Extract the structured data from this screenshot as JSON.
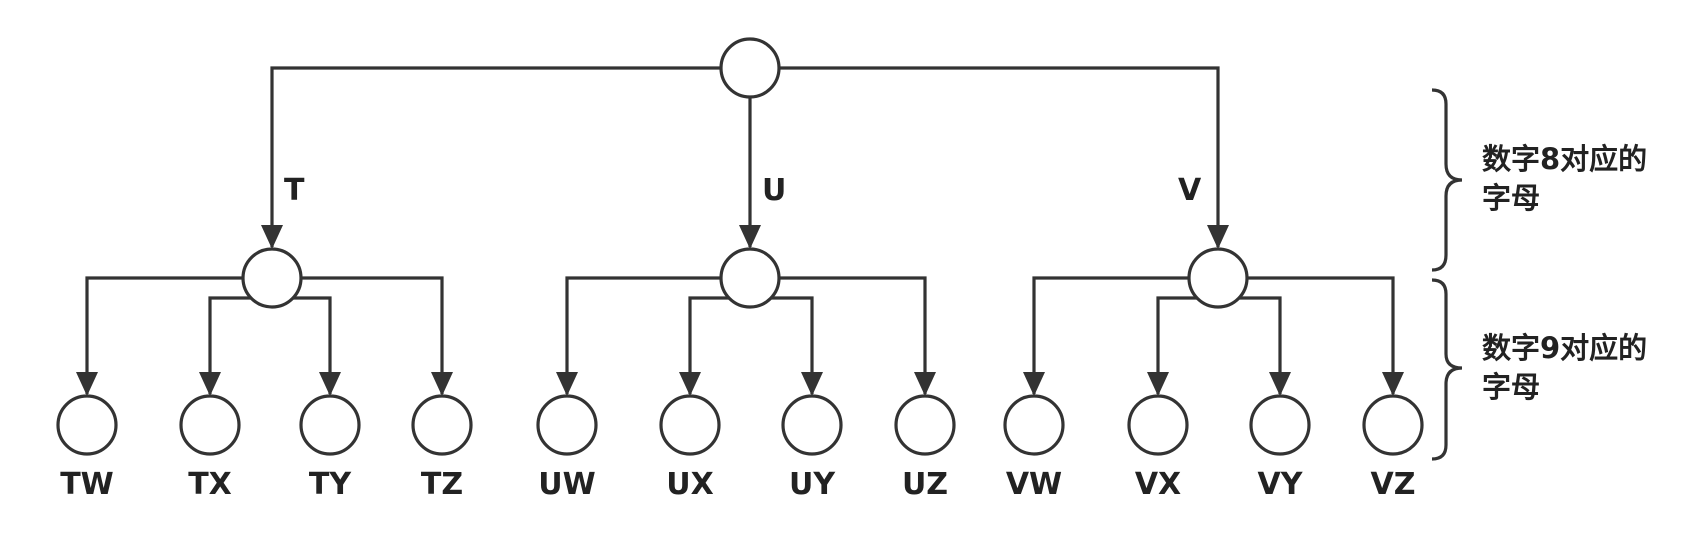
{
  "tree": {
    "level1": [
      {
        "label": "T",
        "children": [
          "TW",
          "TX",
          "TY",
          "TZ"
        ]
      },
      {
        "label": "U",
        "children": [
          "UW",
          "UX",
          "UY",
          "UZ"
        ]
      },
      {
        "label": "V",
        "children": [
          "VW",
          "VX",
          "VY",
          "VZ"
        ]
      }
    ]
  },
  "annotations": {
    "level1_caption": "数字8对应的字母",
    "level2_caption": "数字9对应的字母"
  }
}
